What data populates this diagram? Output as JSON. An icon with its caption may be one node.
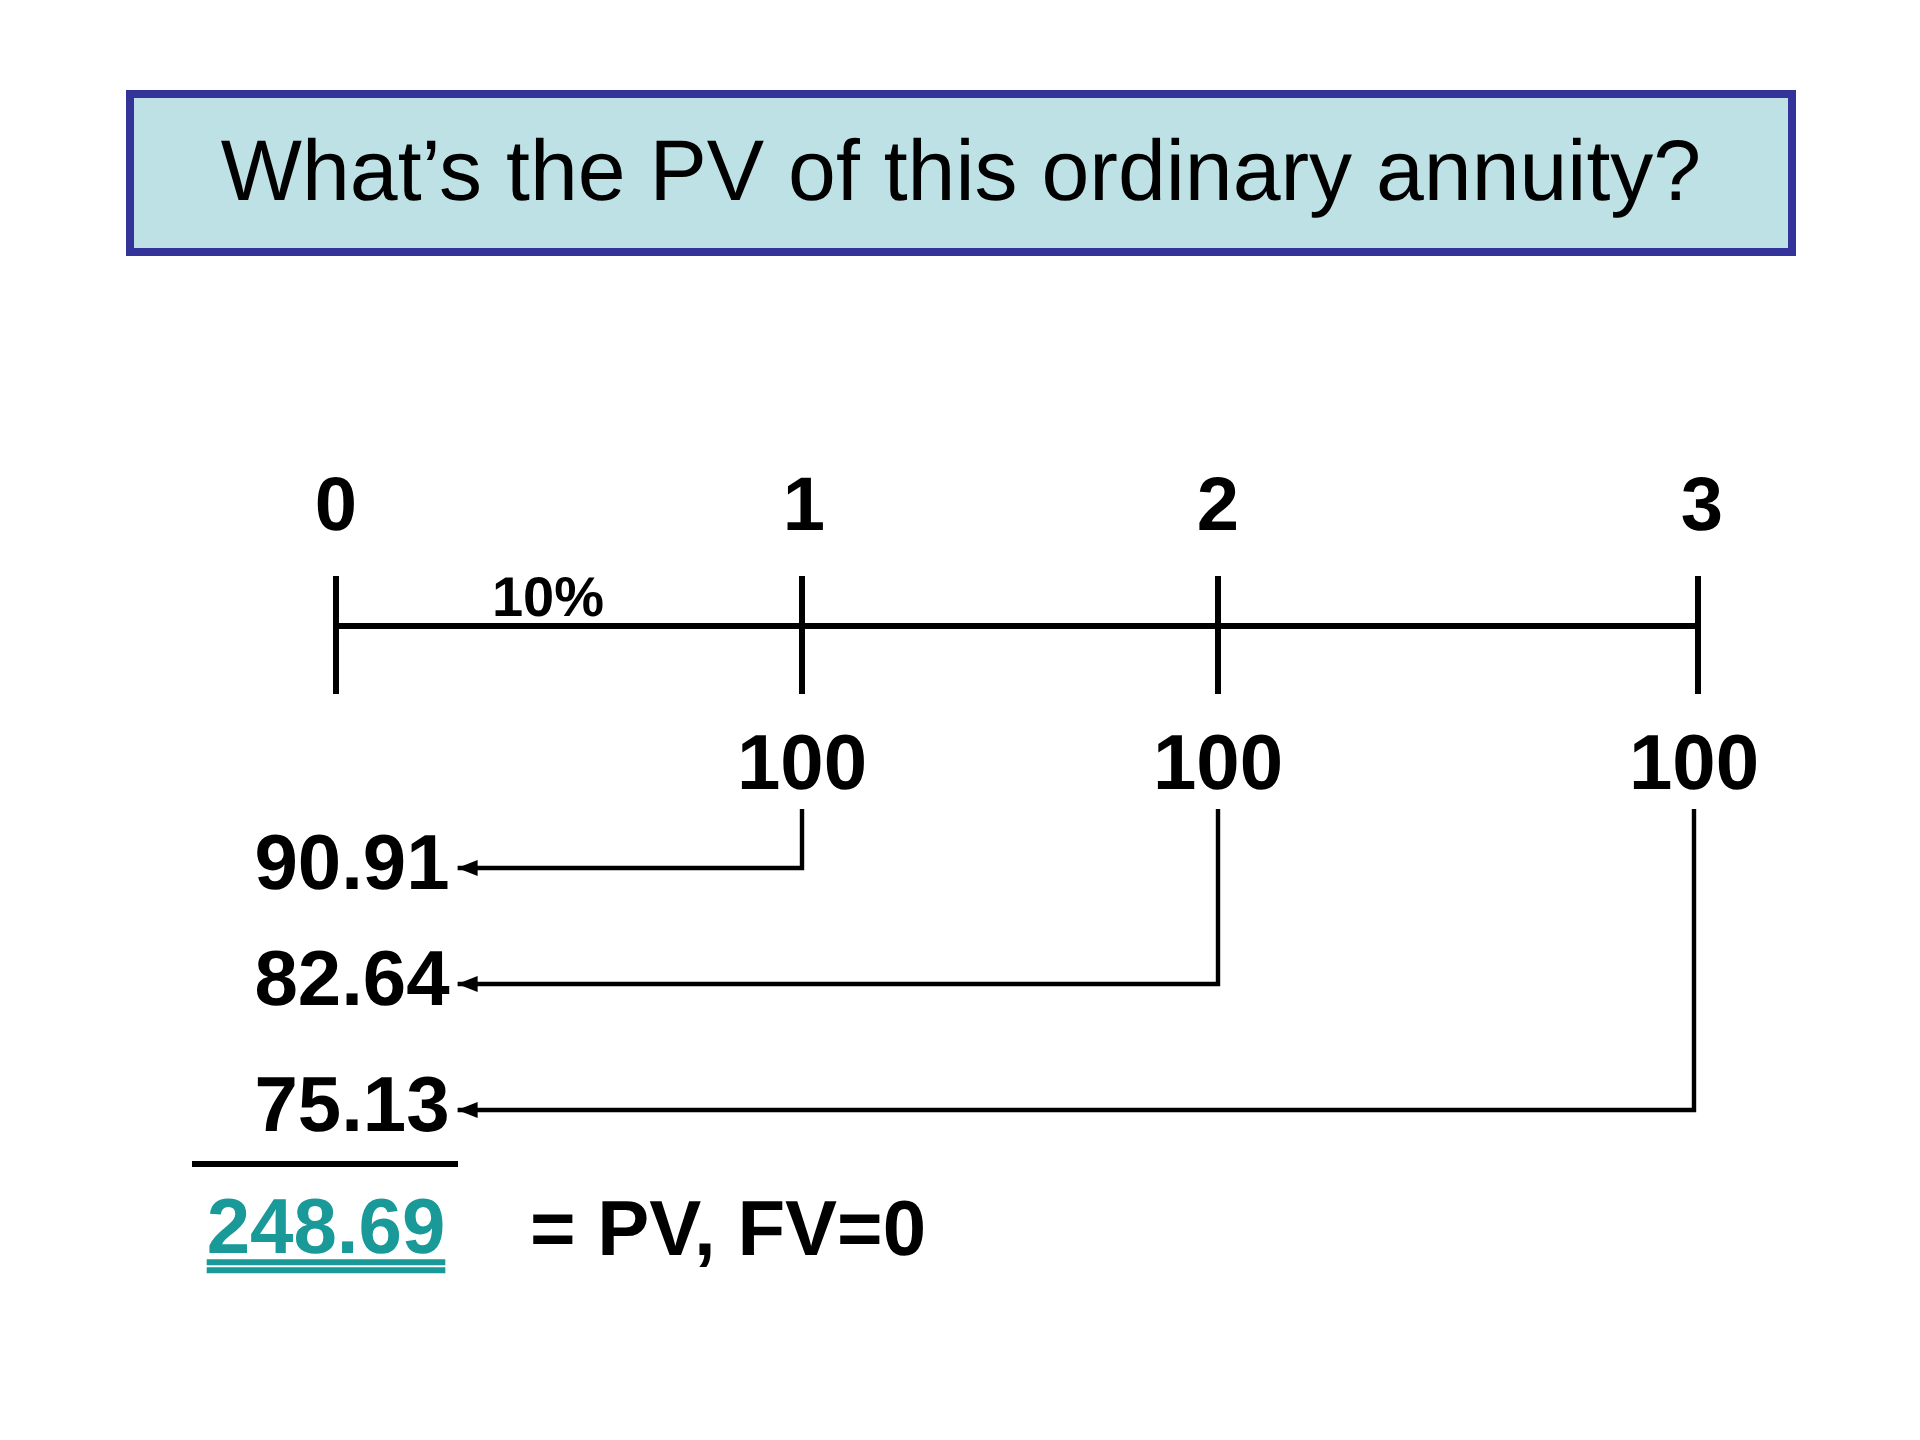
{
  "diagram": {
    "title": "What’s the PV of this ordinary annuity?",
    "nodes": [
      {
        "text": [
          "100"
        ]
      },
      {
        "text": [
          "100"
        ]
      },
      {
        "text": [
          "100"
        ]
      },
      {
        "text": [
          "90.91"
        ]
      },
      {
        "text": [
          "82.64"
        ]
      },
      {
        "text": [
          "75.13"
        ]
      }
    ],
    "edges": [
      {
        "from": 0,
        "to": 3,
        "arrow": "to"
      },
      {
        "from": 1,
        "to": 4,
        "arrow": "to"
      },
      {
        "from": 2,
        "to": 5,
        "arrow": "to"
      }
    ],
    "labels": [
      "0",
      "1",
      "2",
      "3",
      "10%",
      "248.69",
      "= PV, FV=0"
    ]
  }
}
